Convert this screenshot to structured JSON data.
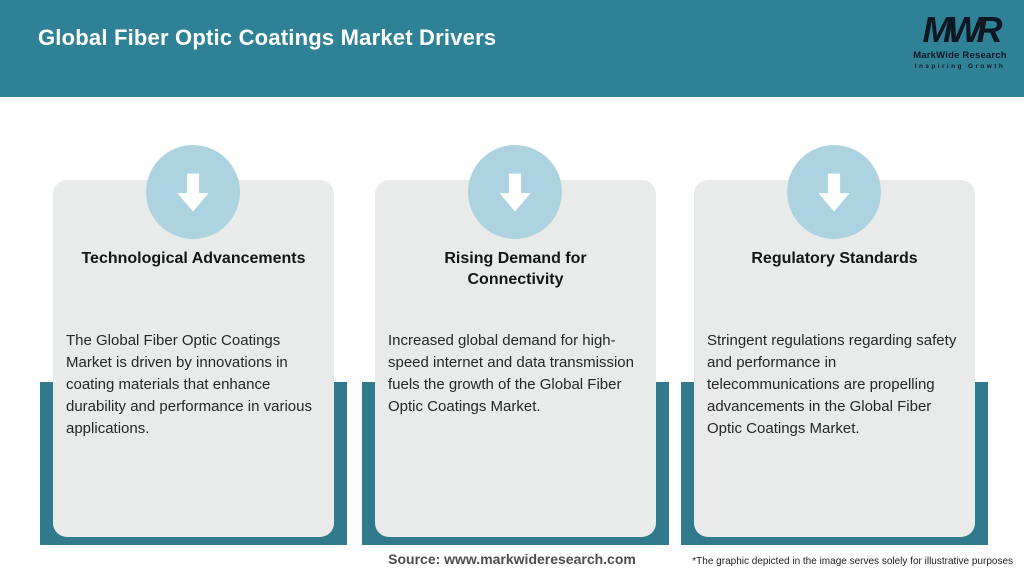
{
  "header": {
    "title": "Global Fiber Optic Coatings Market Drivers",
    "logo": {
      "monogram": "MWR",
      "name": "MarkWide Research",
      "tagline": "Inspiring Growth"
    }
  },
  "cards": [
    {
      "title": "Technological Advancements",
      "body": "The Global Fiber Optic Coatings Market is driven by innovations in coating materials that enhance durability and performance in various applications.",
      "icon": "down-arrow-icon"
    },
    {
      "title": "Rising Demand for Connectivity",
      "body": "Increased global demand for high-speed internet and data transmission fuels the growth of the Global Fiber Optic Coatings Market.",
      "icon": "down-arrow-icon"
    },
    {
      "title": "Regulatory Standards",
      "body": "Stringent regulations regarding safety and performance in telecommunications are propelling advancements in the Global Fiber Optic Coatings Market.",
      "icon": "down-arrow-icon"
    }
  ],
  "footer": {
    "source": "Source: www.markwideresearch.com",
    "disclaimer": "*The graphic depicted in the image serves solely for illustrative purposes"
  },
  "colors": {
    "header_teal": "#2f8296",
    "shadow_teal": "#31798d",
    "card_gray": "#e8ebea",
    "circle_blue": "#aed3e0",
    "title_text": "#ffffff",
    "card_text": "#262626"
  }
}
